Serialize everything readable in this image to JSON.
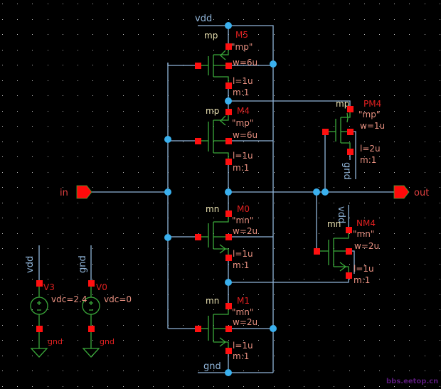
{
  "editor": {
    "type": "schematic",
    "background": "#000000",
    "colors": {
      "wire": "#8fb4d8",
      "device": "#3aa83a",
      "pin": "#ff1010",
      "node": "#3ab0ee",
      "instance_name": "#e02020",
      "parameter": "#e89080",
      "model_label": "#e8e0b0"
    }
  },
  "nets": {
    "vdd_top": "vdd",
    "gnd_bottom": "gnd",
    "pm4_body": "gnd",
    "nm4_body": "vdd"
  },
  "ports": {
    "input": {
      "label": "in",
      "icon": "input-pin-icon"
    },
    "output": {
      "label": "out",
      "icon": "output-pin-icon"
    }
  },
  "transistors": [
    {
      "id": "M5",
      "type": "pmos",
      "model_tag": "mp",
      "model": "\"mp\"",
      "w": "w=6u",
      "l": "l=1u",
      "m": "m:1"
    },
    {
      "id": "M4",
      "type": "pmos",
      "model_tag": "mp",
      "model": "\"mp\"",
      "w": "w=6u",
      "l": "l=1u",
      "m": "m:1"
    },
    {
      "id": "M0",
      "type": "nmos",
      "model_tag": "mn",
      "model": "\"mn\"",
      "w": "w=2u",
      "l": "l=1u",
      "m": "m:1"
    },
    {
      "id": "M1",
      "type": "nmos",
      "model_tag": "mn",
      "model": "\"mn\"",
      "w": "w=2u",
      "l": "l=1u",
      "m": "m:1"
    },
    {
      "id": "PM4",
      "type": "pmos",
      "model_tag": "mp",
      "model": "\"mp\"",
      "w": "w=1u",
      "l": "l=2u",
      "m": "m:1"
    },
    {
      "id": "NM4",
      "type": "nmos",
      "model_tag": "mn",
      "model": "\"mn\"",
      "w": "w=2u",
      "l": "l=1u",
      "m": "m:1"
    }
  ],
  "sources": [
    {
      "id": "V3",
      "net": "vdd",
      "value": "vdc=2.4",
      "ground": "gnd"
    },
    {
      "id": "V0",
      "net": "gnd",
      "value": "vdc=0",
      "ground": "gnd"
    }
  ],
  "watermark": "bbs.eetop.cn"
}
